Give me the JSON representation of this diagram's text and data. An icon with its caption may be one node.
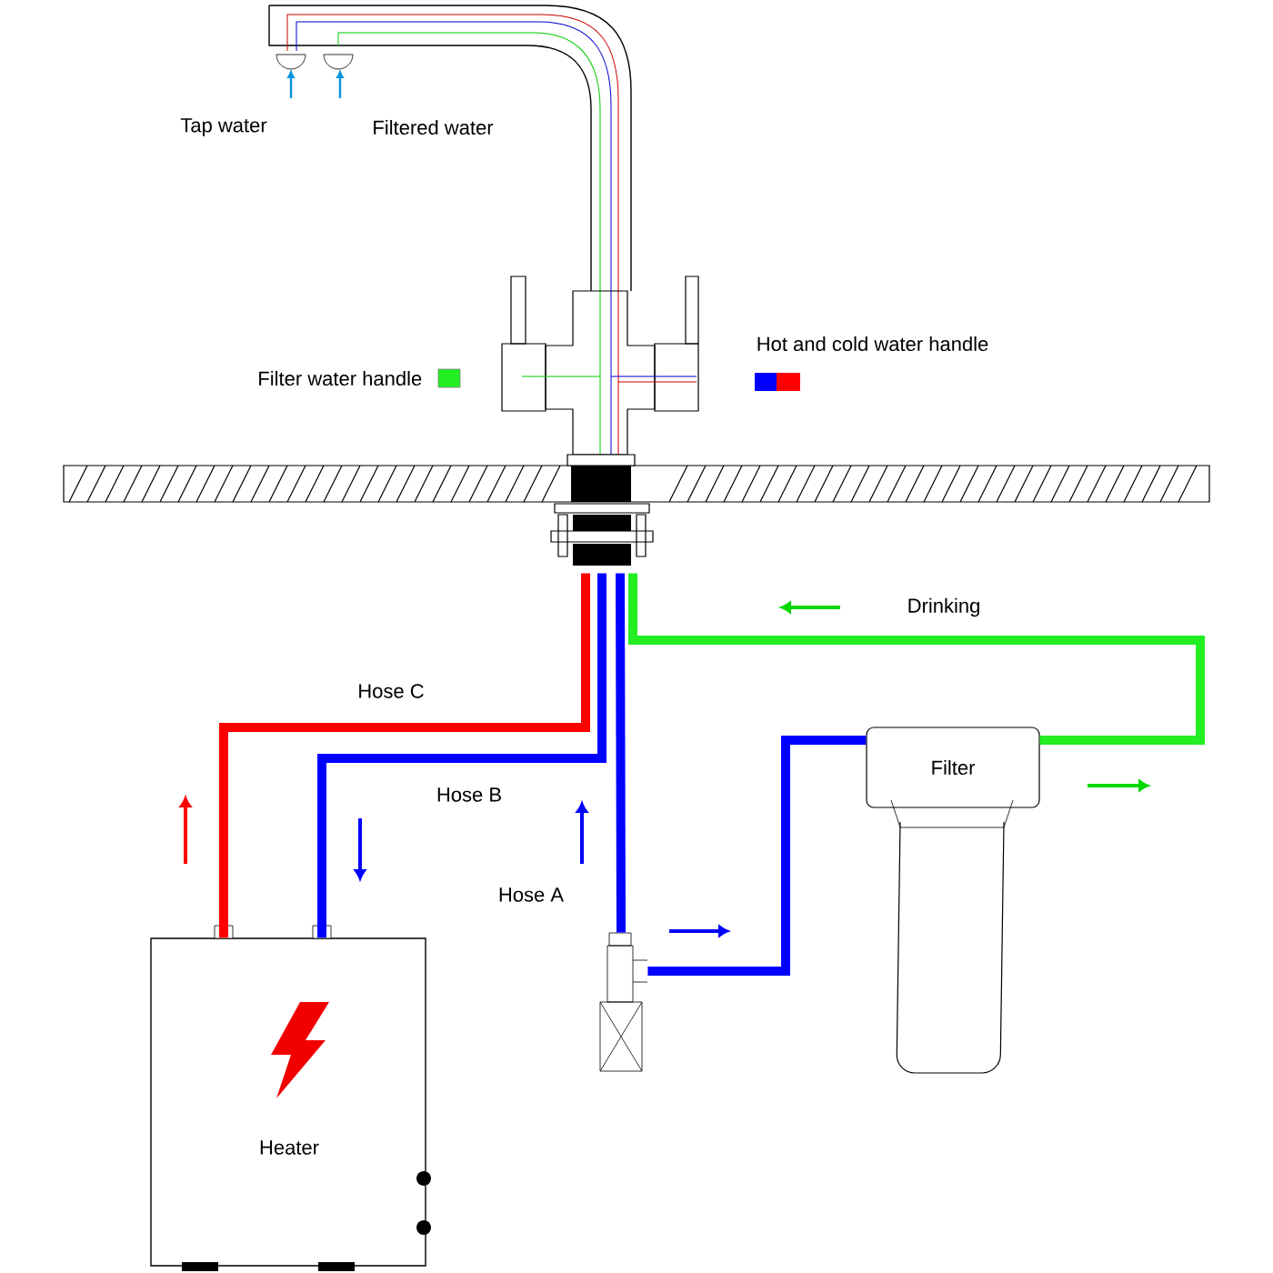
{
  "diagram": {
    "nodes": [
      {
        "text": [],
        "shape": "picture"
      },
      {
        "text": [
          "Heater"
        ]
      },
      {
        "text": [],
        "shape": "box"
      },
      {
        "text": [
          "Filter"
        ]
      }
    ],
    "edges": [
      {
        "from": 1,
        "to": 0,
        "arrow": "none",
        "label": "Hose C",
        "color": "#ff0000"
      },
      {
        "from": 0,
        "to": 1,
        "arrow": "none",
        "label": "Hose B",
        "color": "#0000ff"
      },
      {
        "from": 2,
        "to": 0,
        "arrow": "none",
        "label": "Hose A",
        "color": "#0000ff"
      },
      {
        "from": 2,
        "to": 3,
        "arrow": "none",
        "color": "#0000ff"
      },
      {
        "from": 3,
        "to": 0,
        "arrow": "none",
        "label": "Drinking",
        "color": "#22ee22"
      }
    ],
    "labels": [
      "Tap water",
      "Filtered water"
    ],
    "legend": [
      {
        "text": "Filter water handle",
        "color": "#22ee22"
      },
      {
        "text": "Hot and cold water handle"
      }
    ]
  }
}
